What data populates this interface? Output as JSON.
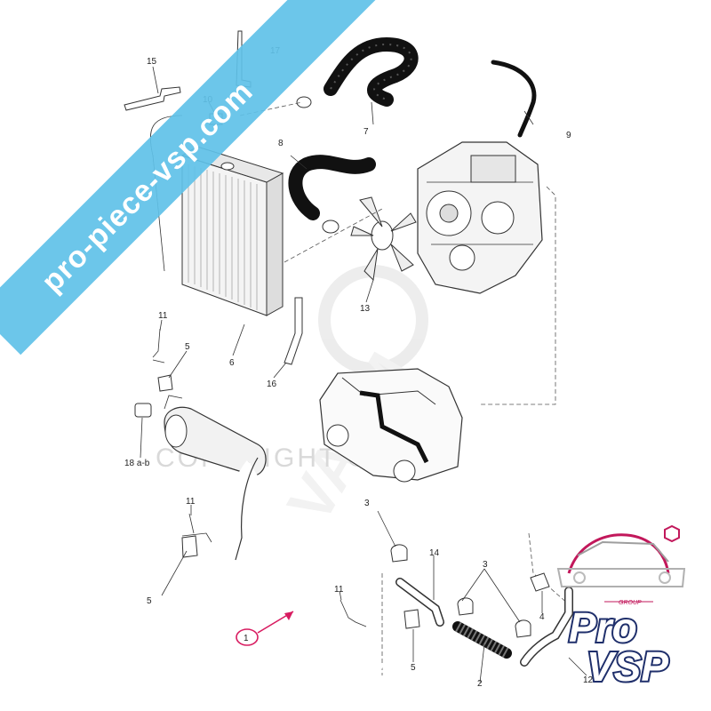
{
  "diagram": {
    "watermark_site": "pro-piece-vsp.com",
    "copyright_text": "COPYRIGHT © VSP",
    "faint_watermark": "VAQM",
    "logo": {
      "group_label": "GROUP",
      "brand_top": "Pro",
      "brand_bottom": "VSP"
    },
    "highlight_color": "#d81b60",
    "banner_color": "#5fc1e8",
    "part_labels": {
      "p1": "1",
      "p2": "2",
      "p3a": "3",
      "p3b": "3",
      "p4": "4",
      "p5a": "5",
      "p5b": "5",
      "p5c": "5",
      "p6": "6",
      "p7": "7",
      "p8": "8",
      "p9": "9",
      "p10": "10",
      "p11a": "11",
      "p11b": "11",
      "p11c": "11",
      "p12": "12",
      "p13": "13",
      "p14": "14",
      "p15": "15",
      "p16": "16",
      "p17": "17",
      "p18": "18 a-b"
    }
  }
}
